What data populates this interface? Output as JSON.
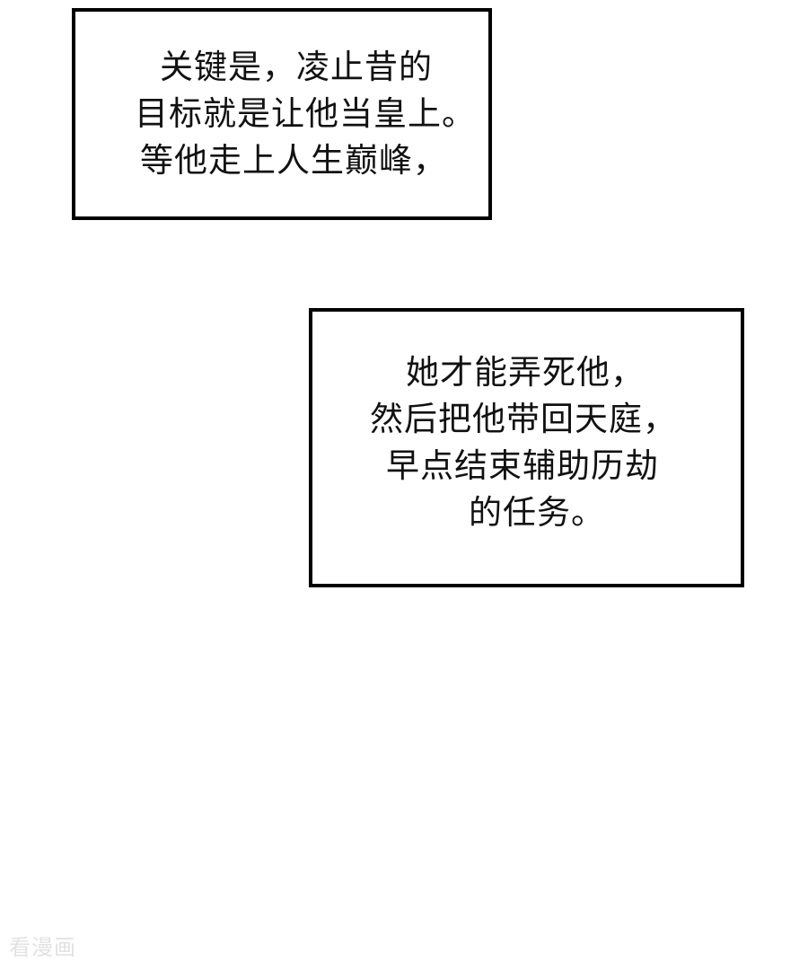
{
  "captions": [
    {
      "lines": [
        "关键是，凌止昔的",
        "目标就是让他当皇上。",
        "等他走上人生巅峰，"
      ]
    },
    {
      "lines": [
        "她才能弄死他，",
        "然后把他带回天庭，",
        "早点结束辅助历劫",
        "的任务。"
      ]
    }
  ],
  "watermark": "看漫画",
  "colors": {
    "background": "#ffffff",
    "border": "#000000",
    "text": "#111111",
    "watermark": "#e2e2e2"
  }
}
